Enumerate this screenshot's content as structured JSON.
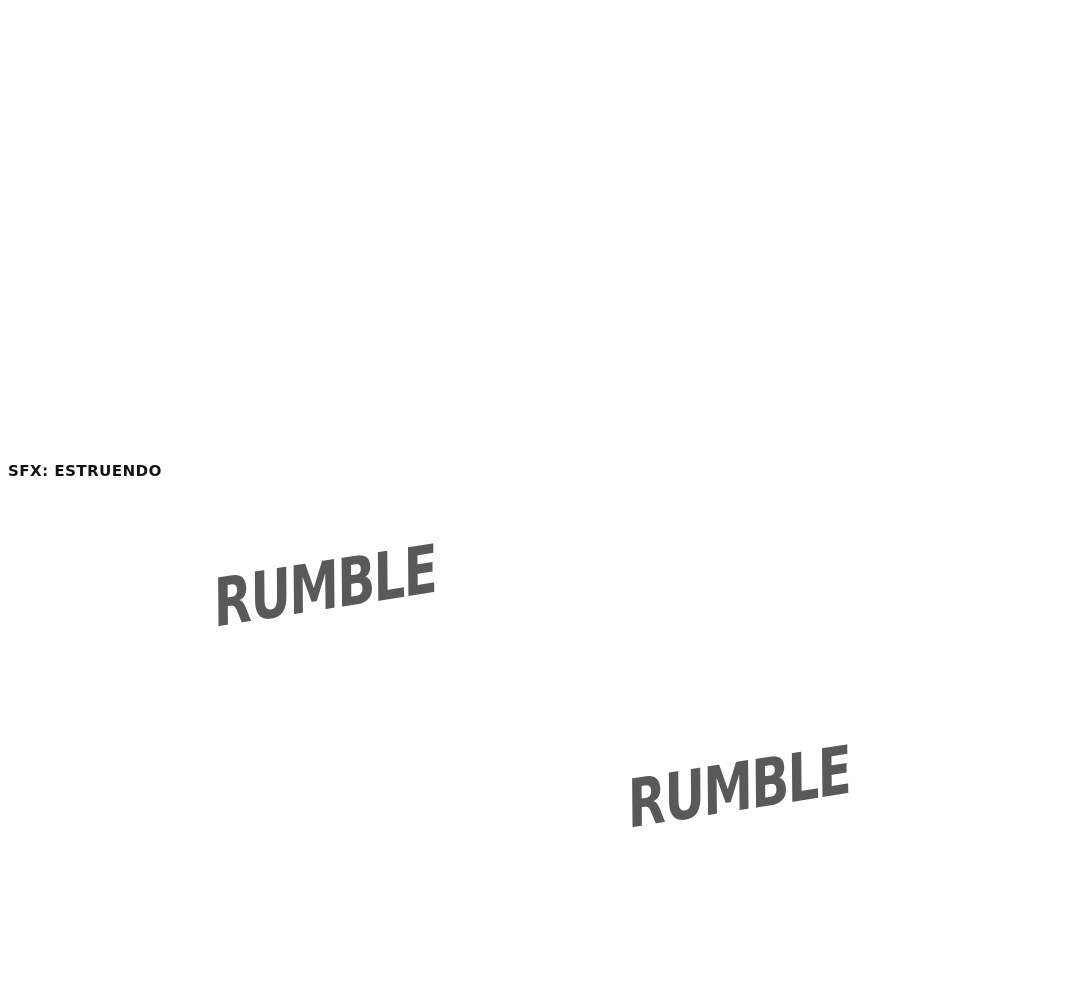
{
  "translation_note": "SFX: ESTRUENDO",
  "sound_effects": [
    "RUMBLE",
    "RUMBLE"
  ],
  "colors": {
    "background": "#fefefe",
    "sfx": "#595959",
    "note": "#111111"
  }
}
